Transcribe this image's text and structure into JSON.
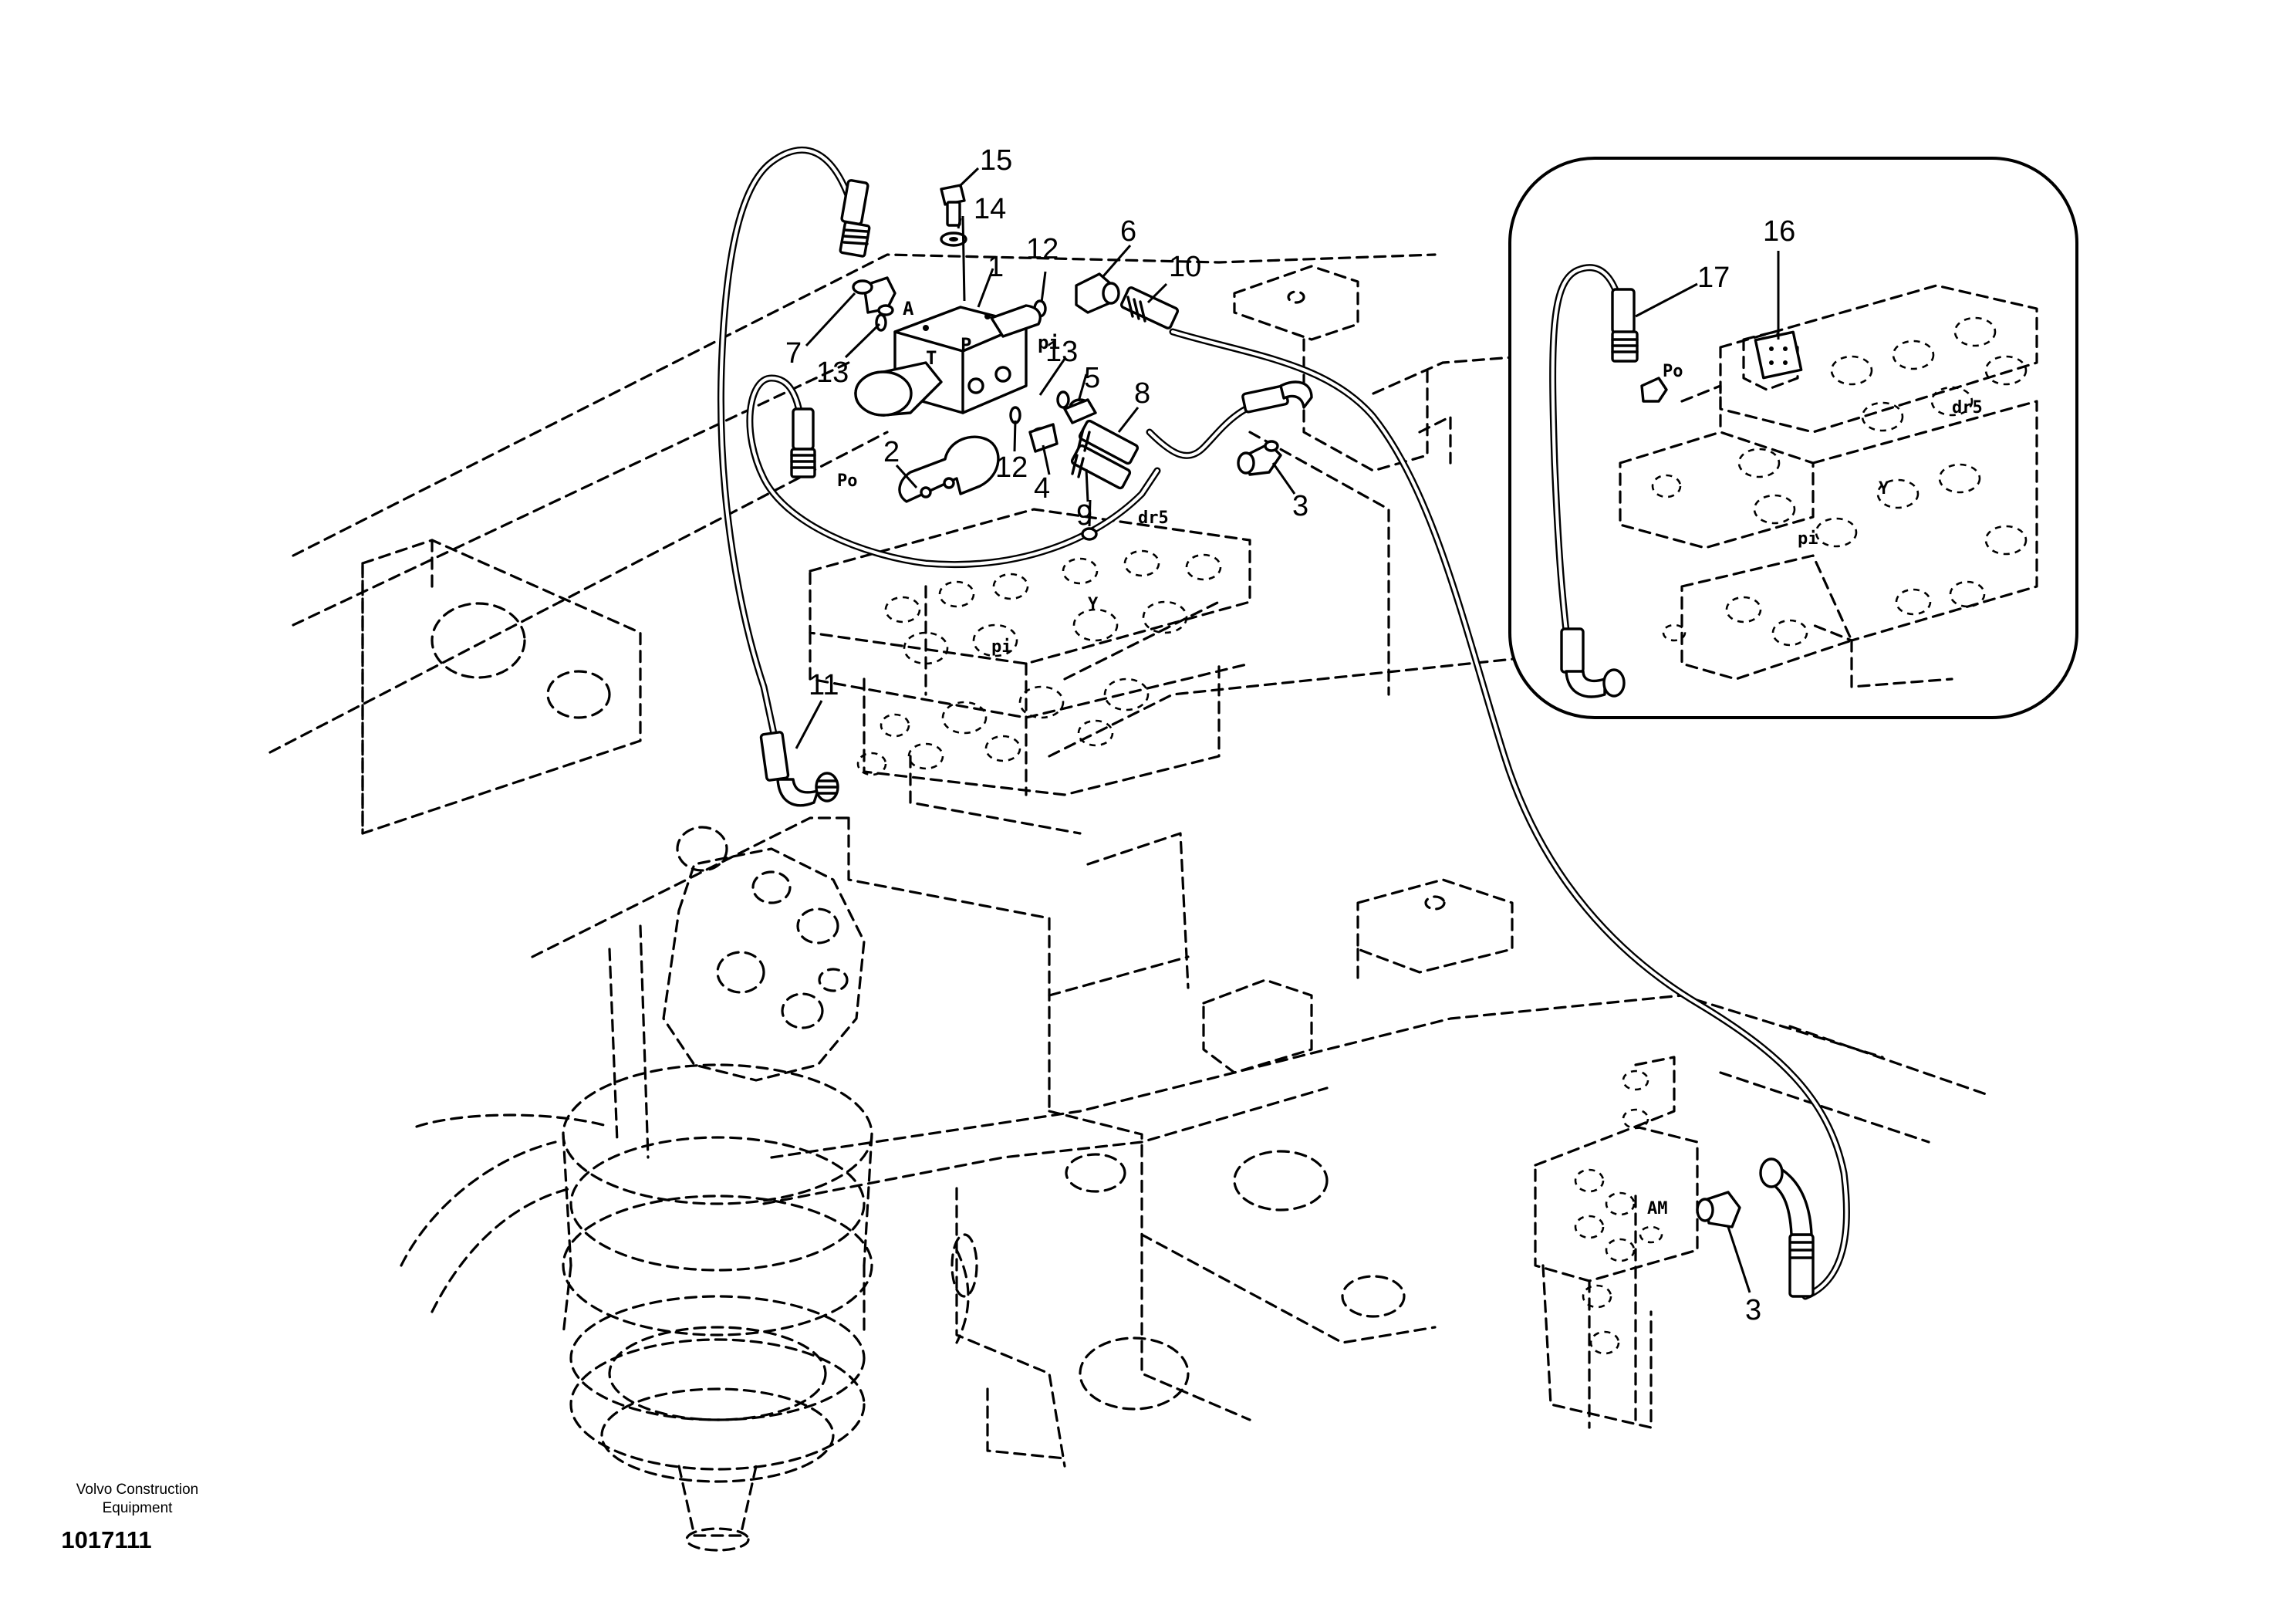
{
  "credit": {
    "line1": "Volvo Construction",
    "line2": "Equipment",
    "drawing_number": "1017111"
  },
  "callouts": [
    "15",
    "14",
    "12",
    "6",
    "10",
    "1",
    "7",
    "13",
    "13",
    "5",
    "8",
    "2",
    "12",
    "4",
    "9",
    "3",
    "11",
    "3"
  ],
  "inset_callouts": [
    "16",
    "17"
  ],
  "block_markings": [
    "T",
    "P",
    "pi",
    "A"
  ],
  "port_labels": {
    "po": "Po",
    "dr5": "dr5",
    "pi": "pi",
    "am": "AM",
    "y": "Y"
  },
  "inset_port_labels": {
    "po": "Po",
    "dr5": "dr5",
    "pi": "pi",
    "y": "Y"
  }
}
